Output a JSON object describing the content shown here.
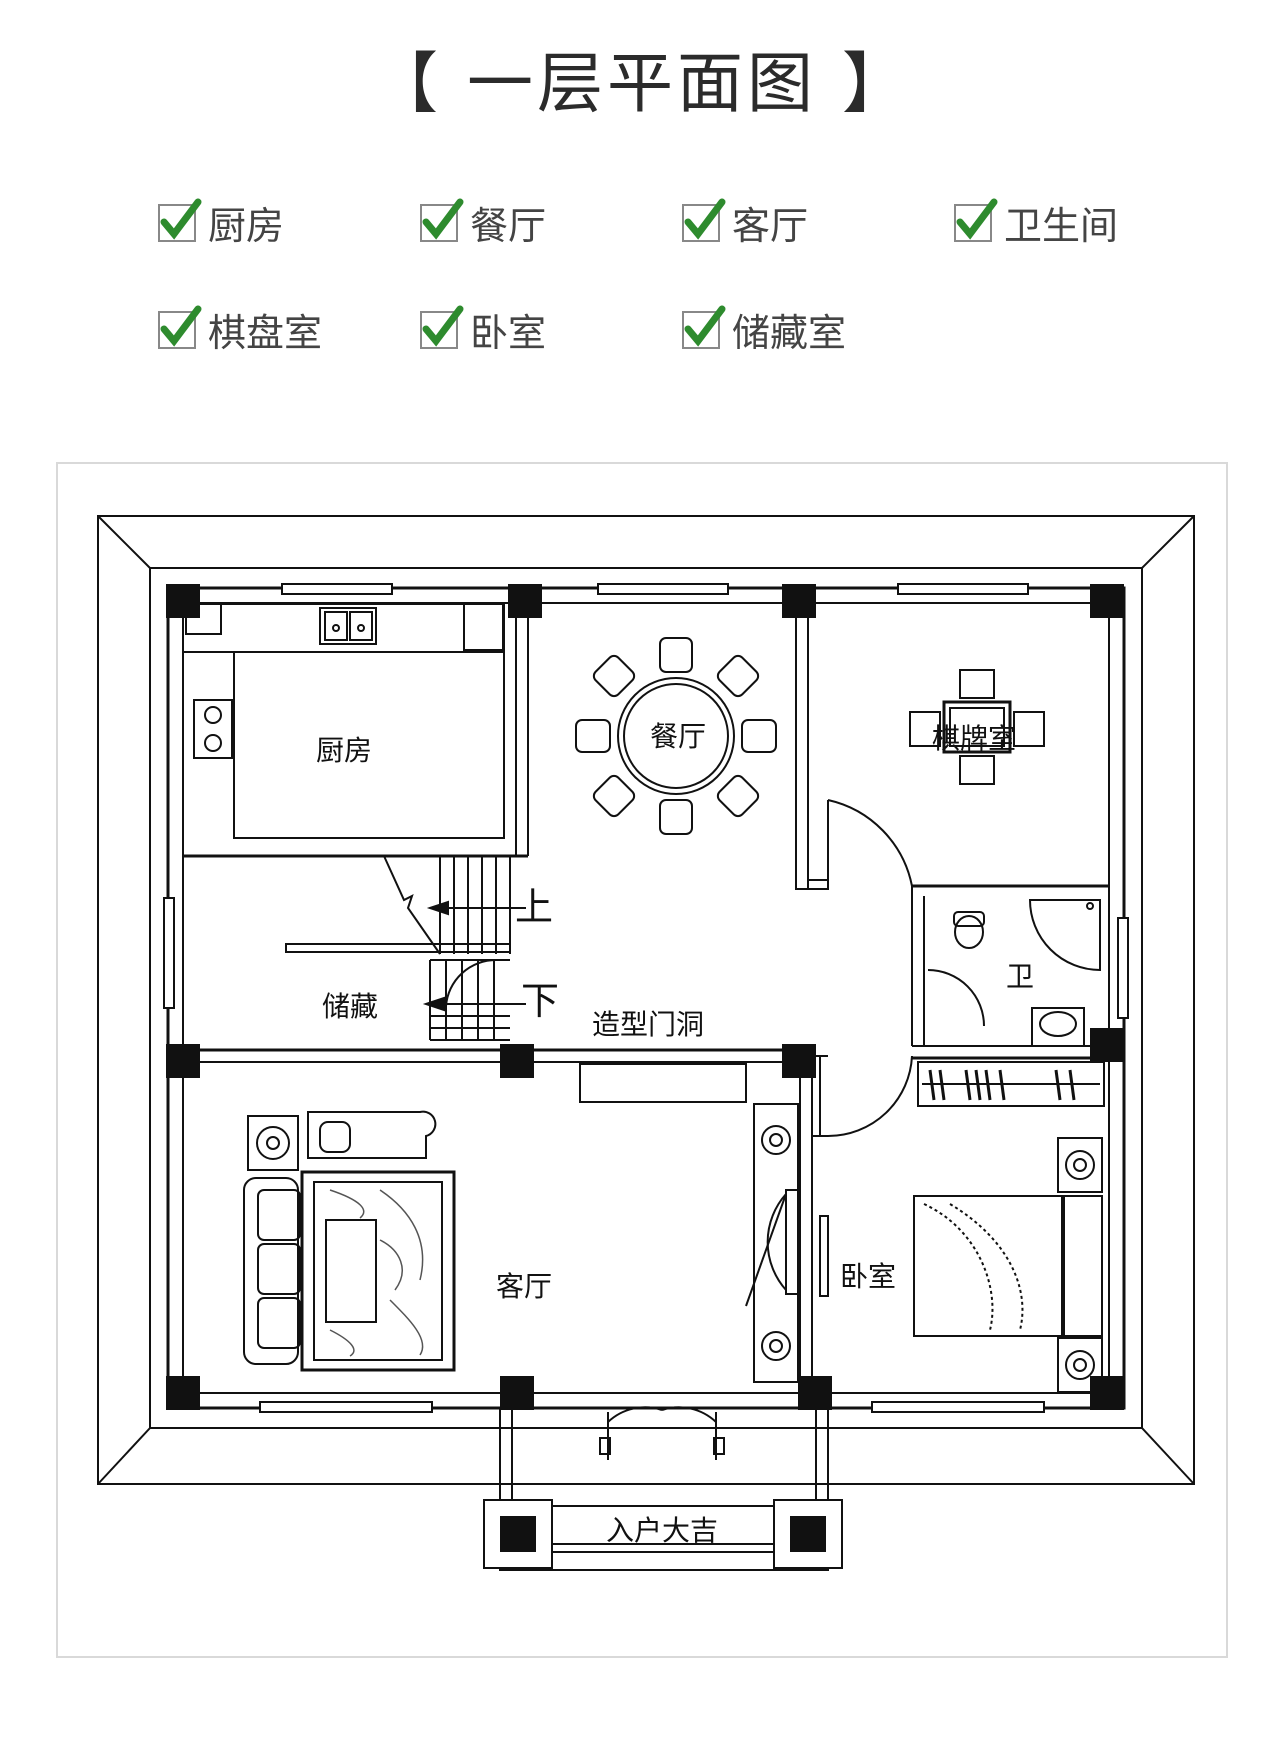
{
  "title": "【 一层平面图 】",
  "features": [
    {
      "label": "厨房"
    },
    {
      "label": "餐厅"
    },
    {
      "label": "客厅"
    },
    {
      "label": "卫生间"
    },
    {
      "label": "棋盘室"
    },
    {
      "label": "卧室"
    },
    {
      "label": "储藏室"
    }
  ],
  "check_color": "#2e8b2e",
  "rooms": {
    "kitchen": "厨房",
    "dining": "餐厅",
    "chess": "棋牌室",
    "bath": "卫",
    "storage": "储藏",
    "arch": "造型门洞",
    "living": "客厅",
    "bedroom": "卧室",
    "entrance": "入户大吉",
    "stair_up": "上",
    "stair_down": "下"
  }
}
